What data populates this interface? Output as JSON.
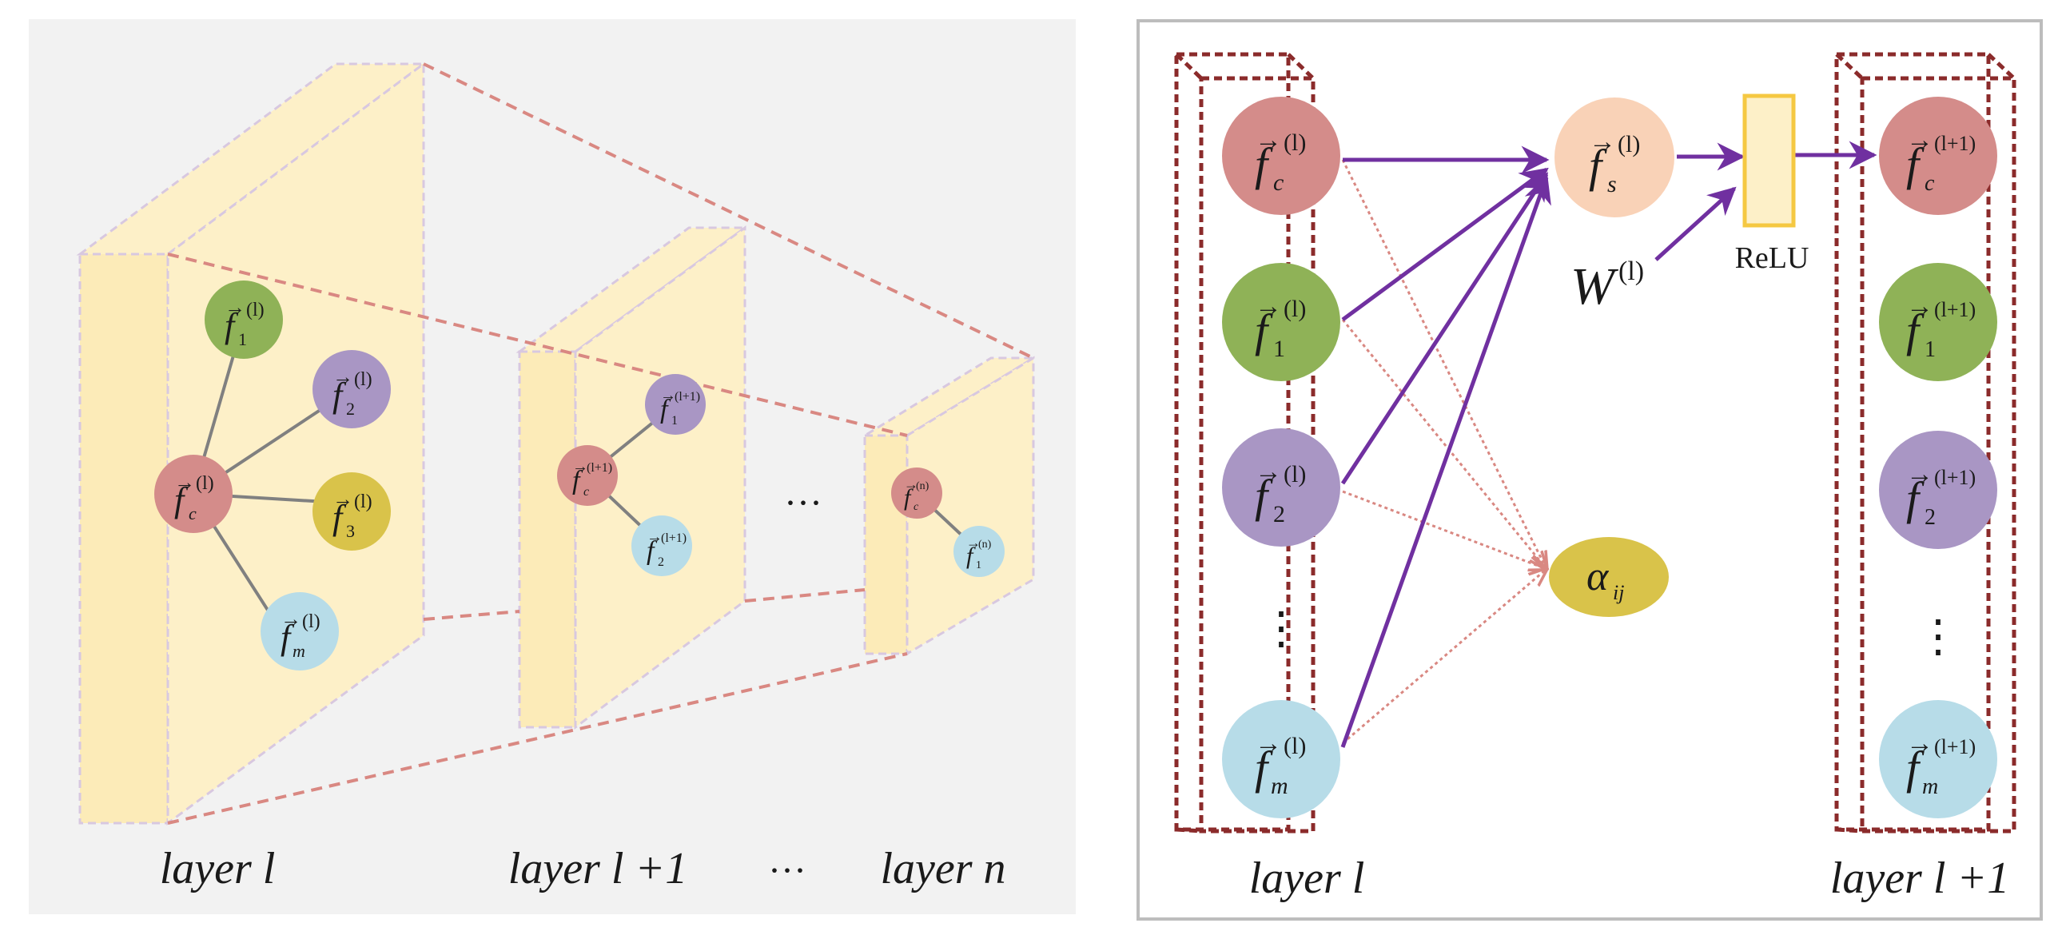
{
  "left_panel": {
    "captions": {
      "layer_l": "layer l",
      "layer_l1": "layer l +1",
      "dots": "···",
      "layer_n": "layer n"
    },
    "mid_dots": "···",
    "nodes": {
      "fc": {
        "base": "f",
        "sub": "c",
        "sup": "(l)"
      },
      "f1": {
        "base": "f",
        "sub": "1",
        "sup": "(l)"
      },
      "f2": {
        "base": "f",
        "sub": "2",
        "sup": "(l)"
      },
      "f3": {
        "base": "f",
        "sub": "3",
        "sup": "(l)"
      },
      "fm": {
        "base": "f",
        "sub": "m",
        "sup": "(l)"
      },
      "fc_l1": {
        "base": "f",
        "sub": "c",
        "sup": "(l+1)"
      },
      "f1_l1": {
        "base": "f",
        "sub": "1",
        "sup": "(l+1)"
      },
      "f2_l1": {
        "base": "f",
        "sub": "2",
        "sup": "(l+1)"
      },
      "fc_n": {
        "base": "f",
        "sub": "c",
        "sup": "(n)"
      },
      "f1_n": {
        "base": "f",
        "sub": "1",
        "sup": "(n)"
      }
    }
  },
  "right_panel": {
    "captions": {
      "layer_l": "layer l",
      "layer_l1": "layer l +1"
    },
    "relu": "ReLU",
    "weight": {
      "base": "W",
      "sup": "(l)"
    },
    "alpha": {
      "base": "α",
      "sub": "ij"
    },
    "vdots": "⋮",
    "left_nodes": {
      "fc": {
        "base": "f",
        "sub": "c",
        "sup": "(l)"
      },
      "f1": {
        "base": "f",
        "sub": "1",
        "sup": "(l)"
      },
      "f2": {
        "base": "f",
        "sub": "2",
        "sup": "(l)"
      },
      "fm": {
        "base": "f",
        "sub": "m",
        "sup": "(l)"
      }
    },
    "fs": {
      "base": "f",
      "sub": "s",
      "sup": "(l)"
    },
    "right_nodes": {
      "fc": {
        "base": "f",
        "sub": "c",
        "sup": "(l+1)"
      },
      "f1": {
        "base": "f",
        "sub": "1",
        "sup": "(l+1)"
      },
      "f2": {
        "base": "f",
        "sub": "2",
        "sup": "(l+1)"
      },
      "fm": {
        "base": "f",
        "sub": "m",
        "sup": "(l+1)"
      }
    }
  },
  "colors": {
    "red_node": "#d48c8a",
    "green_node": "#8fb257",
    "purple_node": "#a996c4",
    "yellow_node": "#d9c34a",
    "blue_node": "#b7dce8",
    "peach_node": "#f9d2b7",
    "slab": "#fdf0c8",
    "panel_bg": "#f2f2f2",
    "arrow_purple": "#7030a0",
    "dashed_red": "#d98882",
    "box_dark_red": "#8b2b2b",
    "relu_fill": "#fdf0c8",
    "relu_stroke": "#f5c842"
  }
}
